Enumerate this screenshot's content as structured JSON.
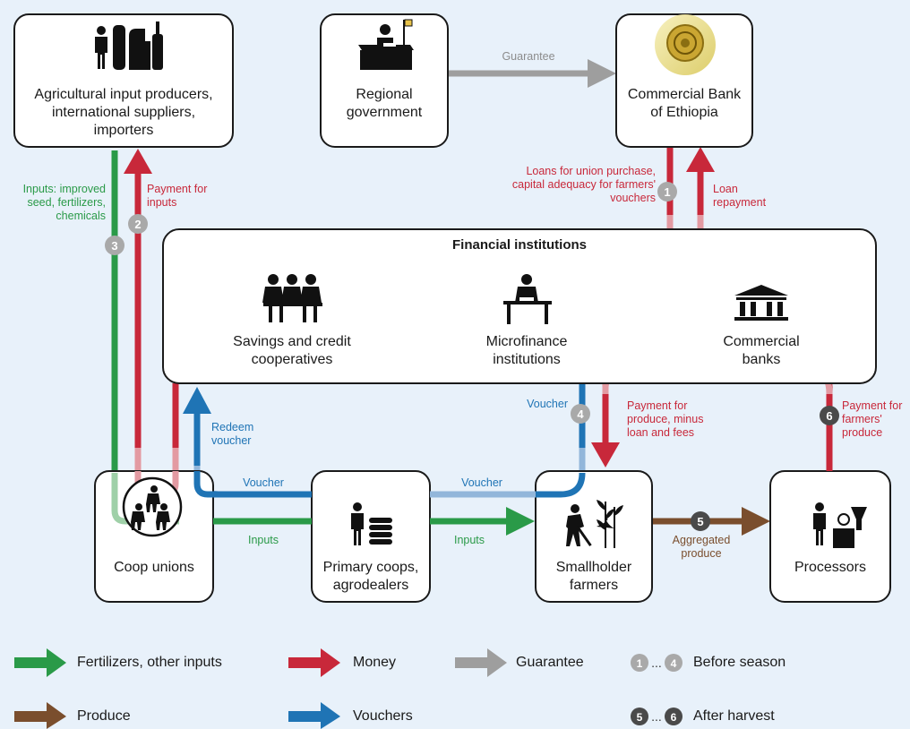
{
  "nodes": {
    "input_producers": "Agricultural input producers, international suppliers, importers",
    "regional_government": "Regional government",
    "commercial_bank": "Commercial Bank of Ethiopia",
    "financial_institutions": "Financial institutions",
    "savings_credit": "Savings and credit cooperatives",
    "microfinance": "Microfinance institutions",
    "commercial_banks": "Commercial banks",
    "coop_unions": "Coop unions",
    "primary_coops": "Primary coops, agrodealers",
    "smallholder": "Smallholder farmers",
    "processors": "Processors"
  },
  "edge_labels": {
    "guarantee": "Guarantee",
    "inputs_improved": "Inputs: improved seed, fertilizers, chemicals",
    "payment_inputs": "Payment for inputs",
    "loans": "Loans for union purchase, capital adequacy for farmers' vouchers",
    "loan_repayment": "Loan repayment",
    "redeem_voucher": "Redeem voucher",
    "voucher_1": "Voucher",
    "voucher_2": "Voucher",
    "voucher_3": "Voucher",
    "inputs_1": "Inputs",
    "inputs_2": "Inputs",
    "payment_produce": "Payment for produce, minus loan and fees",
    "payment_farmers": "Payment for farmers' produce",
    "aggregated": "Aggregated produce"
  },
  "step_badges": [
    "1",
    "2",
    "3",
    "4",
    "5",
    "6"
  ],
  "legend": {
    "inputs": "Fertilizers, other inputs",
    "money": "Money",
    "guarantee": "Guarantee",
    "produce": "Produce",
    "vouchers": "Vouchers",
    "before_from": "1",
    "before_to": "4",
    "before_ellipsis": "...",
    "before_label": "Before season",
    "after_from": "5",
    "after_to": "6",
    "after_ellipsis": "...",
    "after_label": "After harvest"
  },
  "colors": {
    "inputs": "#2a9a48",
    "money": "#c8283a",
    "guarantee": "#9e9e9e",
    "produce": "#7a4e2d",
    "vouchers": "#1f74b5",
    "background": "#e8f1fa"
  }
}
